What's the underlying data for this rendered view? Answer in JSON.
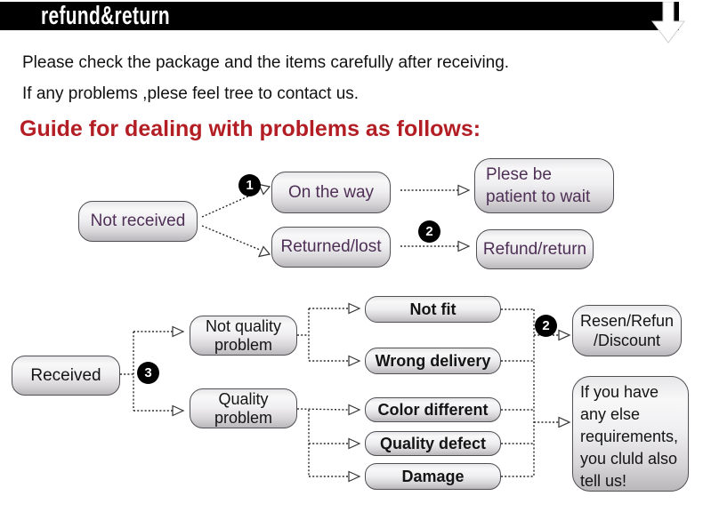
{
  "header": {
    "title": "refund&return",
    "icon": "down-arrow",
    "bg_color": "#000000",
    "text_color": "#ffffff"
  },
  "intro": {
    "line1": "Please check the package and the items carefully after receiving.",
    "line2": "If any problems ,plese feel tree to contact us."
  },
  "guide_heading": "Guide for dealing with problems as follows:",
  "colors": {
    "heading_red": "#b31e24",
    "node_text_purple": "#4e2f56",
    "node_text_black": "#141414",
    "badge_bg": "#000000"
  },
  "flow1": {
    "not_received": "Not received",
    "badge1": "1",
    "on_the_way": "On the way",
    "returned_lost": "Returned/lost",
    "badge2": "2",
    "patient_wait": "Plese be\npatient to wait",
    "refund_return": "Refund/return"
  },
  "flow2": {
    "received": "Received",
    "badge3": "3",
    "not_quality_problem": "Not quality\nproblem",
    "quality_problem": "Quality\nproblem",
    "not_fit": "Not fit",
    "wrong_delivery": "Wrong delivery",
    "badge2": "2",
    "resen_refun_discount": "Resen/Refun\n/Discount",
    "color_different": "Color different",
    "quality_defect": "Quality defect",
    "damage": "Damage",
    "more_requirements": "If you have\nany else\nrequirements,\nyou cluld also\ntell us!"
  }
}
